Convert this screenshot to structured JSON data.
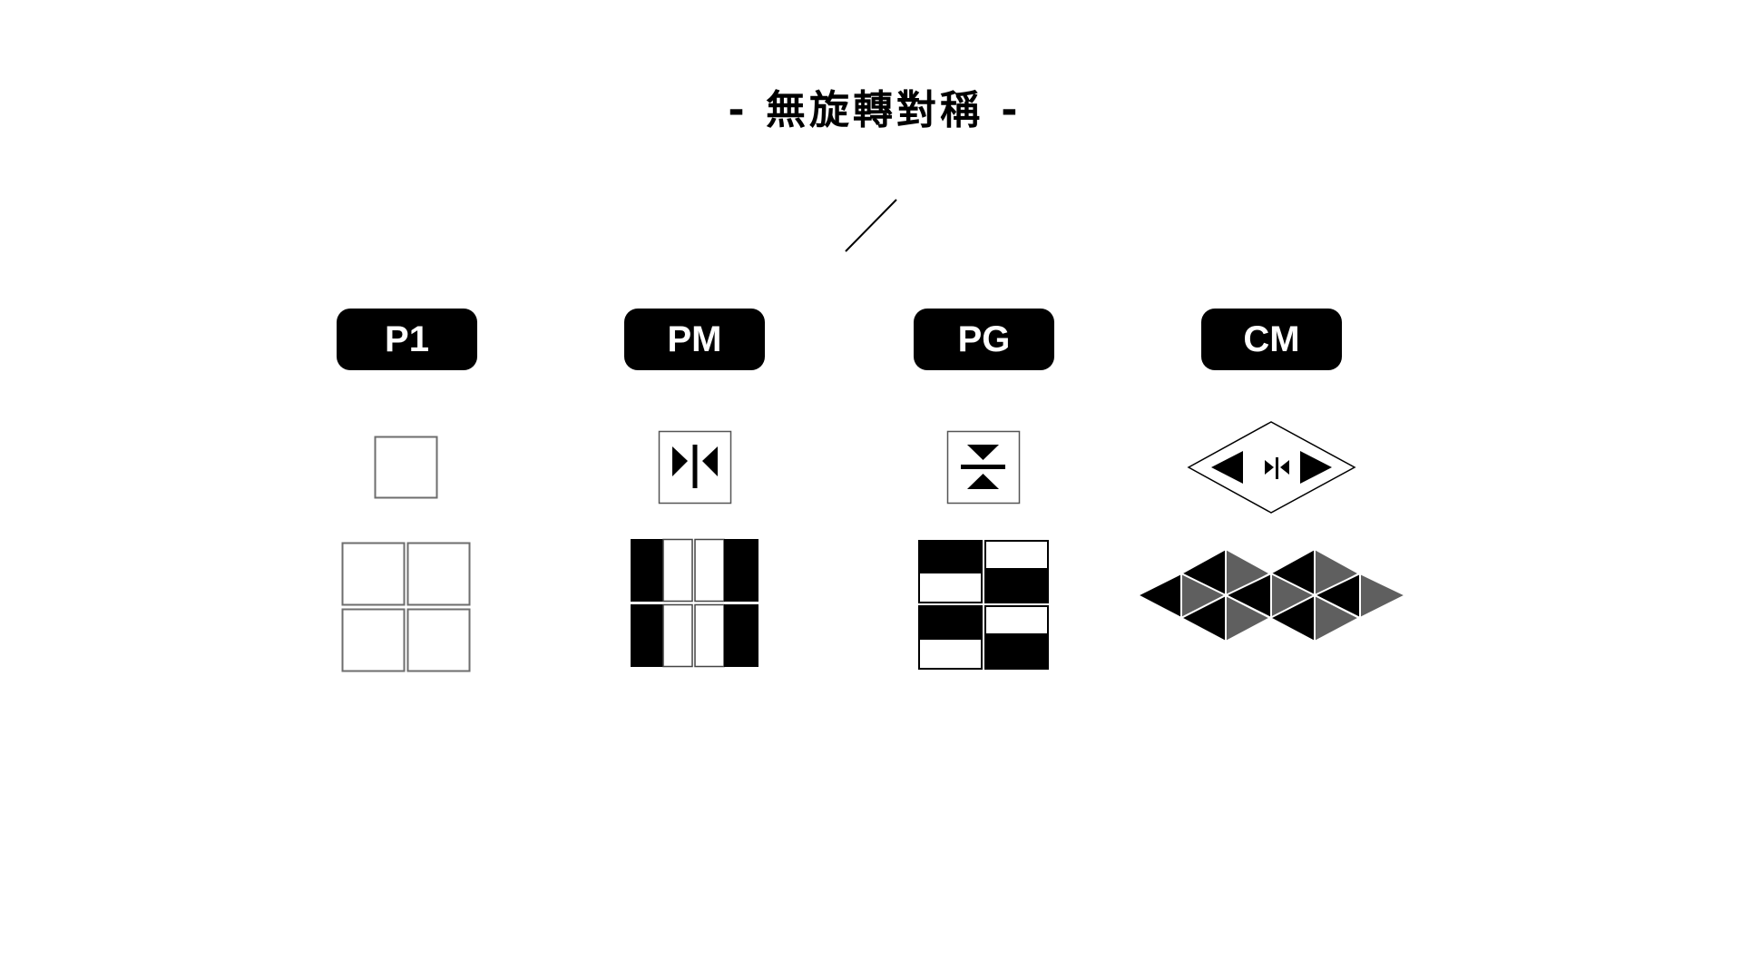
{
  "title": "- 無旋轉對稱 -",
  "colors": {
    "background": "#ffffff",
    "ink": "#000000",
    "gray": "#5f5f5f",
    "outline": "#6e6e6e"
  },
  "groups": [
    {
      "id": "p1",
      "label": "P1",
      "motif": "plain-square",
      "tiling": "2x2 translated squares"
    },
    {
      "id": "pm",
      "label": "PM",
      "motif": "vertical-mirror",
      "tiling": "2x2 mirrored vertical stripes"
    },
    {
      "id": "pg",
      "label": "PG",
      "motif": "horizontal-glide",
      "tiling": "2x2 glide-reflected horizontal halves"
    },
    {
      "id": "cm",
      "label": "CM",
      "motif": "rhombus-mirror",
      "tiling": "rhombic lattice of split triangles"
    }
  ]
}
